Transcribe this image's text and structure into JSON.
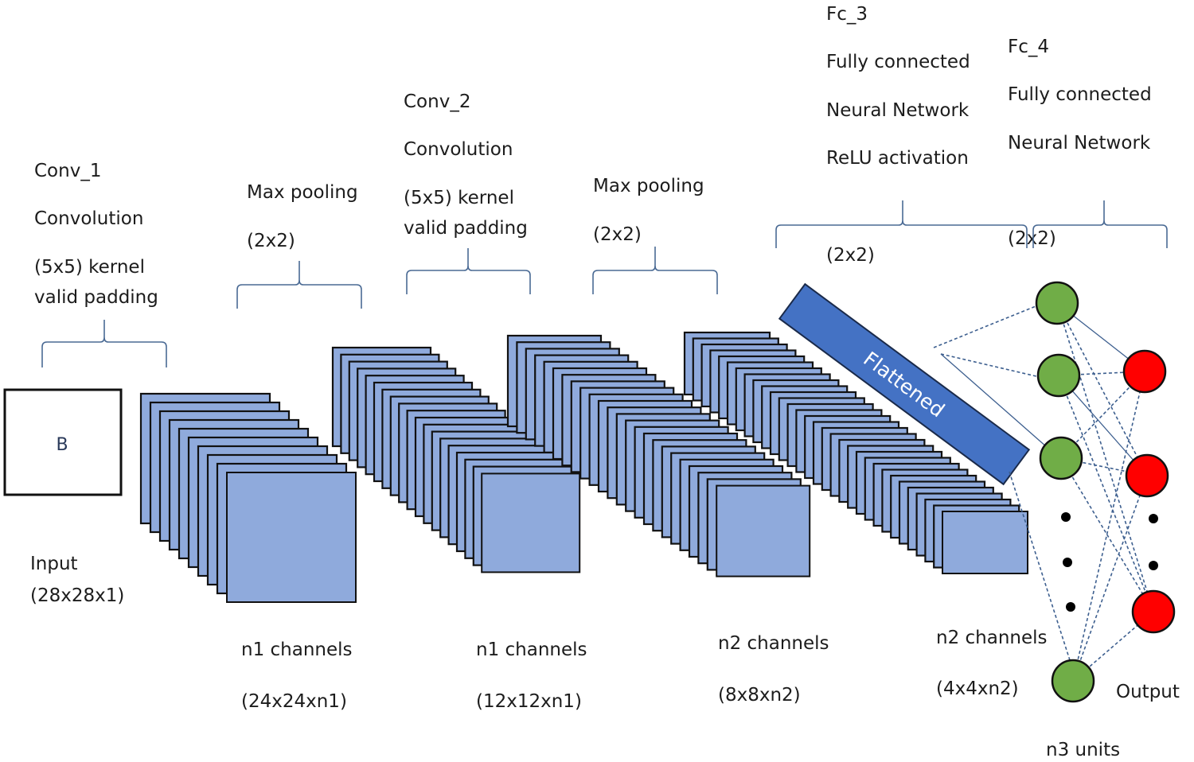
{
  "diagram": {
    "title": "CNN architecture for 28x28 input",
    "colors": {
      "feature_map": "#8faadc",
      "flatten_bar": "#4472c4",
      "hidden_neuron": "#70ad47",
      "output_neuron": "#ff0000",
      "brace": "#4a6a94",
      "connection": "#3d5f8f"
    },
    "input": {
      "glyph": "B",
      "label": "Input",
      "shape": "(28x28x1)"
    },
    "layers": [
      {
        "id": "conv1",
        "lines": [
          "Conv_1",
          "Convolution",
          "(5x5) kernel",
          "valid padding"
        ]
      },
      {
        "id": "pool1",
        "lines": [
          "Max pooling",
          "(2x2)"
        ]
      },
      {
        "id": "conv2",
        "lines": [
          "Conv_2",
          "Convolution",
          "(5x5) kernel",
          "valid padding"
        ]
      },
      {
        "id": "pool2",
        "lines": [
          "Max pooling",
          "(2x2)"
        ]
      },
      {
        "id": "fc3",
        "lines": [
          "Fc_3",
          "Fully connected",
          "Neural Network",
          "ReLU activation"
        ],
        "extra": "(2x2)"
      },
      {
        "id": "fc4",
        "lines": [
          "Fc_4",
          "Fully connected",
          "Neural Network"
        ],
        "extra": "(2x2)"
      }
    ],
    "feature_maps": [
      {
        "id": "fm1",
        "channels": "n1 channels",
        "shape": "(24x24xn1)"
      },
      {
        "id": "fm2",
        "channels": "n1 channels",
        "shape": "(12x12xn1)"
      },
      {
        "id": "fm3",
        "channels": "n2 channels",
        "shape": "(8x8xn2)"
      },
      {
        "id": "fm4",
        "channels": "n2 channels",
        "shape": "(4x4xn2)"
      }
    ],
    "flatten": {
      "label": "Flattened"
    },
    "hidden": {
      "label": "n3 units",
      "visible_units": 4
    },
    "output": {
      "label": "Output",
      "visible_units": 3
    }
  }
}
